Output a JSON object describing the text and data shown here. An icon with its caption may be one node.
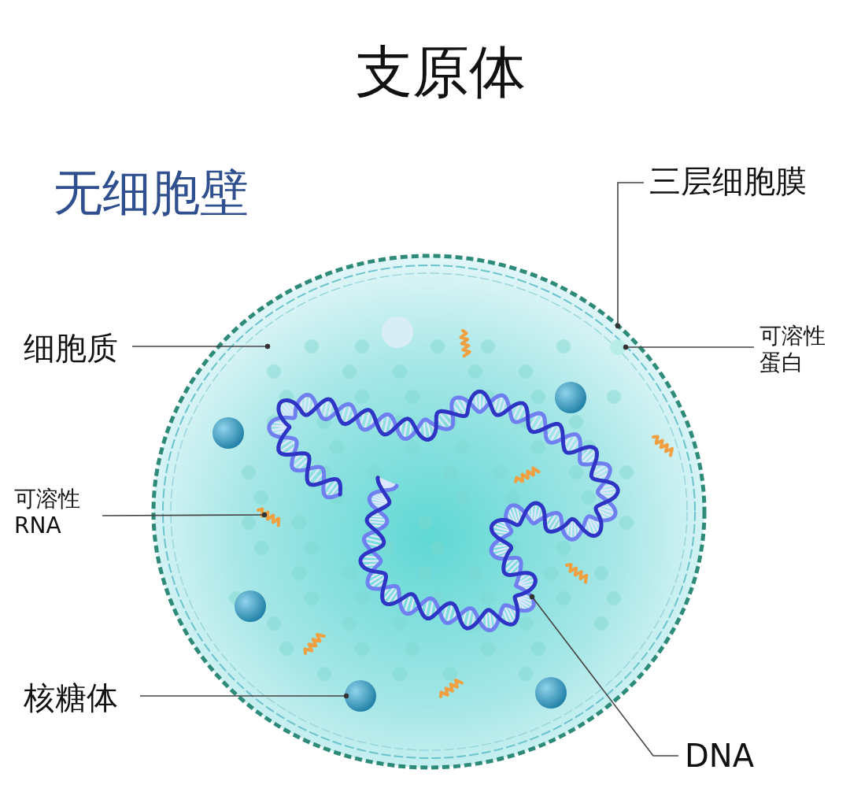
{
  "diagram": {
    "title": "支原体",
    "nodes": [
      {
        "text": [
          "三层细胞膜"
        ]
      },
      {
        "text": [
          "细胞质"
        ]
      },
      {
        "text": [
          "可溶性蛋白"
        ]
      },
      {
        "text": [
          "可溶性RNA"
        ]
      },
      {
        "text": [
          "核糖体"
        ]
      },
      {
        "text": [
          "DNA"
        ]
      },
      {
        "text": [],
        "shape": "circle"
      },
      {
        "text": [],
        "shape": "circle",
        "in": 6
      },
      {
        "text": [],
        "shape": "circle",
        "in": 6
      },
      {
        "text": [],
        "shape": "picture",
        "in": 6
      },
      {
        "text": [],
        "shape": "picture",
        "in": 6
      }
    ],
    "edges": [
      {
        "from": 0,
        "to": 6,
        "arrow": "other"
      },
      {
        "from": 1,
        "to": 6,
        "arrow": "other"
      },
      {
        "from": 2,
        "to": 7,
        "arrow": "other"
      },
      {
        "from": 3,
        "to": 10,
        "arrow": "other"
      },
      {
        "from": 4,
        "to": 8,
        "arrow": "other"
      },
      {
        "from": 5,
        "to": 9,
        "arrow": "other"
      }
    ],
    "labels": [
      "无细胞壁"
    ]
  }
}
